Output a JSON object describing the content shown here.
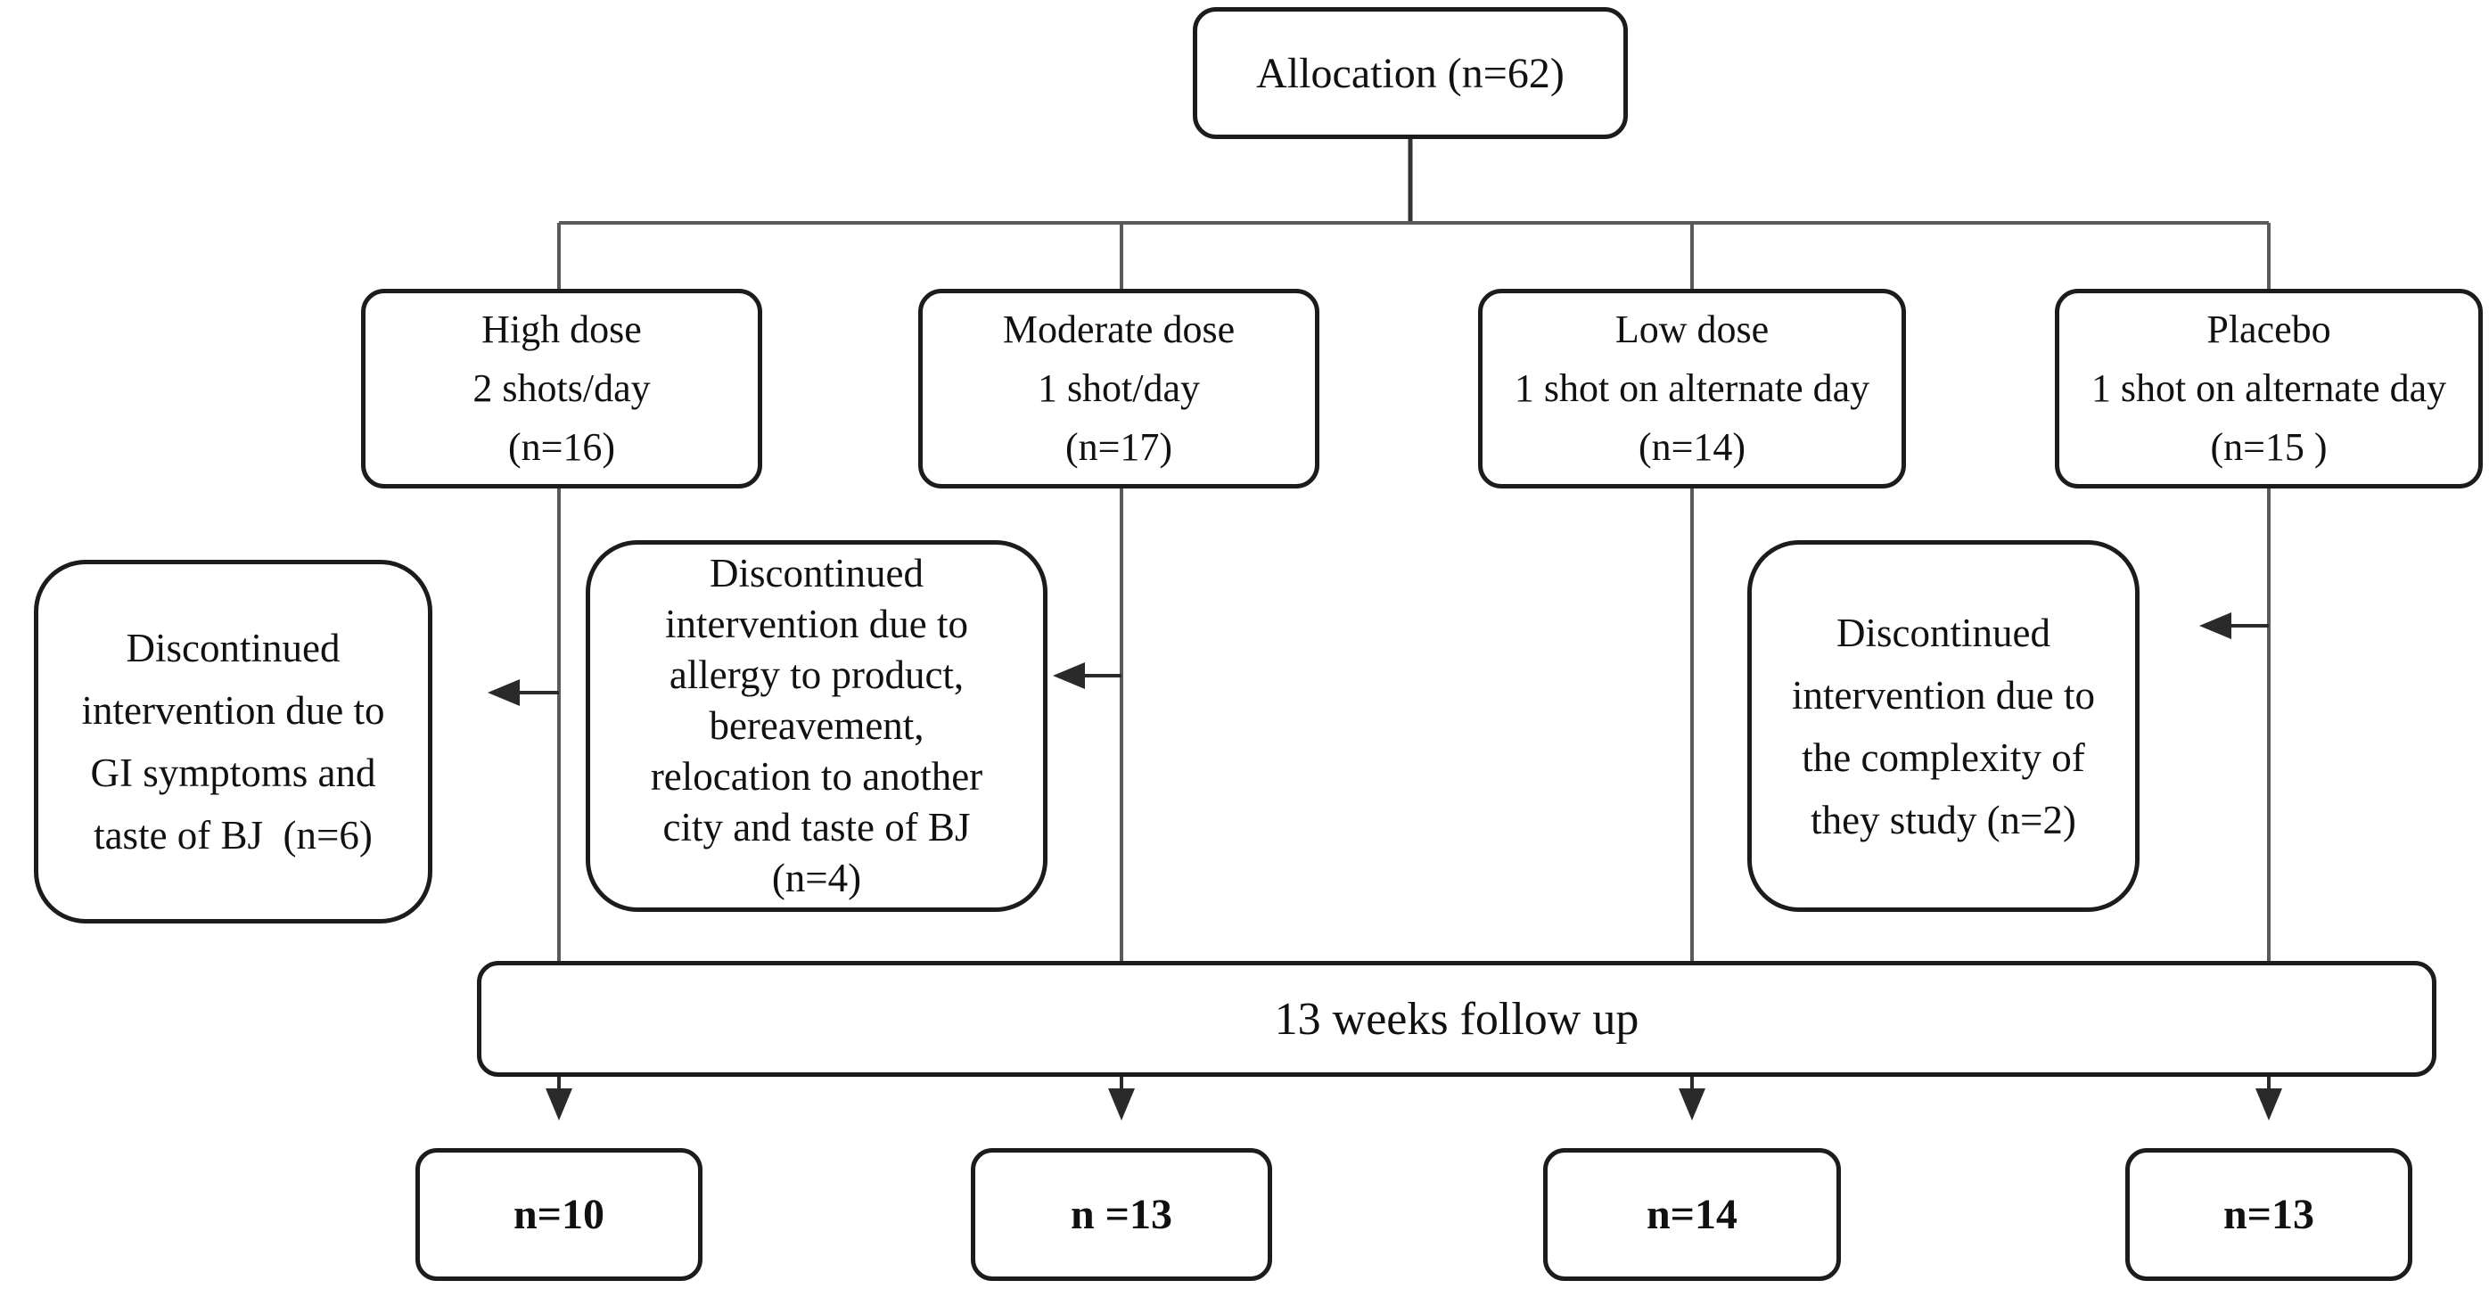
{
  "flow": {
    "allocation": {
      "label": "Allocation (n=62)"
    },
    "arms": [
      {
        "name": "High dose",
        "lines": [
          "High dose",
          "2 shots/day",
          "(n=16)"
        ]
      },
      {
        "name": "Moderate dose",
        "lines": [
          "Moderate dose",
          "1 shot/day",
          "(n=17)"
        ]
      },
      {
        "name": "Low dose",
        "lines": [
          "Low dose",
          "1 shot on alternate day",
          "(n=14)"
        ]
      },
      {
        "name": "Placebo",
        "lines": [
          "Placebo",
          "1 shot on alternate day",
          "(n=15 )"
        ]
      }
    ],
    "discontinued": [
      {
        "arm": "High dose",
        "lines": [
          "Discontinued",
          "intervention due to",
          "GI symptoms and",
          "taste of BJ  (n=6)"
        ]
      },
      {
        "arm": "Moderate dose",
        "lines": [
          "Discontinued",
          "intervention due to",
          "allergy to product,",
          "bereavement,",
          "relocation to another",
          "city and taste of BJ",
          "(n=4)"
        ]
      },
      {
        "arm": "Placebo",
        "lines": [
          "Discontinued",
          "intervention due to",
          "the complexity of",
          "they study (n=2)"
        ]
      }
    ],
    "followup": {
      "label": "13 weeks follow up"
    },
    "completers": [
      {
        "label": "n=10"
      },
      {
        "label": "n =13"
      },
      {
        "label": "n=14"
      },
      {
        "label": "n=13"
      }
    ],
    "colors": {
      "box_border": "#1c1c1c",
      "connector": "#5a5a5a",
      "arrow": "#2a2a2a",
      "background": "#ffffff"
    }
  }
}
